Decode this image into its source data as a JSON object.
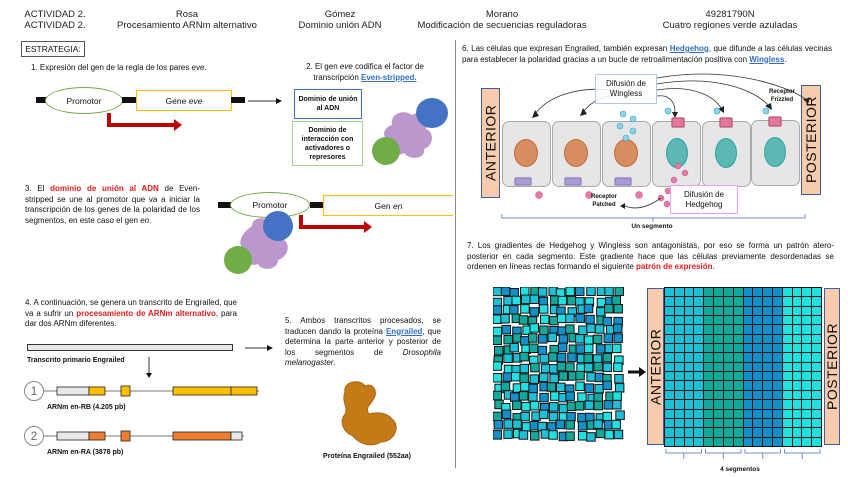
{
  "header": {
    "col1": {
      "top": "ACTIVIDAD 2.",
      "bottom": "ACTIVIDAD 2."
    },
    "col2": {
      "top": "Rosa",
      "bottom": "Procesamiento ARNm alternativo"
    },
    "col3": {
      "top": "Gómez",
      "bottom": "Dominio unión ADN"
    },
    "col4": {
      "top": "Morano",
      "bottom": "Modificación de secuencias reguladoras"
    },
    "col5": {
      "top": "49281790N",
      "bottom": "Cuatro regiones verde azuladas"
    }
  },
  "strategy_label": "ESTRATEGIA:",
  "step1": {
    "text": "1. Expresión del gen de la regla de los pares ",
    "italic": "eve",
    "promotor": "Promotor",
    "gene_prefix": "Gene ",
    "gene_italic": "eve"
  },
  "step2": {
    "text_a": "2. El gen ",
    "italic": "eve",
    "text_b": " codifica el factor de transcripción ",
    "link": "Even-stripped.",
    "domain_dna": "Dominio de unión al ADN",
    "domain_interaction": "Dominio de interacción con activadores o represores"
  },
  "step3": {
    "text_a": "3. El ",
    "highlight": "dominio de unión al ADN",
    "text_b": " de Even-stripped se une al promotor que va a iniciar la transcripción de los genes de la polaridad de los segmentos, en este caso el gen ",
    "italic": "en",
    "text_c": ".",
    "promotor": "Promotor",
    "gene_prefix": "Gen ",
    "gene_italic": "en"
  },
  "step4": {
    "text_a": "4.   A continuación, se genera un transcrito de Engrailed, que va a sufrir un ",
    "highlight": "procesamiento de ARNm alternativo",
    "text_b": ", para dar dos ARNm diferentes.",
    "primary_label": "Transcrito primario Engrailed",
    "isoform1": {
      "number": "1",
      "label": "ARNm en-RB (4.205 pb)",
      "color": "#ffc000"
    },
    "isoform2": {
      "number": "2",
      "label": "ARNm en-RA (3878 pb)",
      "color": "#ed7d31"
    }
  },
  "step5": {
    "text_a": "5. Ambos transcritos procesados, se traducen dando la proteína ",
    "link": "Engrailed",
    "text_b": ", que determina la parte anterior y posterior de los segmentos de ",
    "italic": "Drosophila melanogaster",
    "text_c": ".",
    "protein_label": "Proteína Engrailed (552aa)"
  },
  "step6": {
    "text_a": "6. Las células que expresan Engrailed, también expresan ",
    "link1": "Hedgehog",
    "text_b": ", que difunde a las células vecinas para establecer la polaridad gracias a un bucle de retroalimentación positiva con ",
    "link2": "Wingless",
    "text_c": ".",
    "anterior": "ANTERIOR",
    "posterior": "POSTERIOR",
    "wingless_box": "Difusión de Wingless",
    "hedgehog_box": "Difusión de Hedgehog",
    "frizzled": "Receptor Frizzled",
    "patched": "Receptor Patched",
    "segment": "Un segmento"
  },
  "step7": {
    "text_a": "7. Los gradientes de Hedgehog y Wingless son antagonistas, por eso se forma un patrón atero-posterior en cada segmento. Este gradiente hace que las células previamente desordenadas se ordenen en líneas rectas formando el siguiente ",
    "highlight": "patrón de expresión",
    "text_b": ".",
    "anterior": "ANTERIOR",
    "posterior": "POSTERIOR",
    "segments_label": "4 segmentos",
    "segment_colors": [
      "#1ec0d6",
      "#12a89a",
      "#1390c8",
      "#20e0e0"
    ],
    "rows": 17,
    "cols_per_segment": 4
  }
}
